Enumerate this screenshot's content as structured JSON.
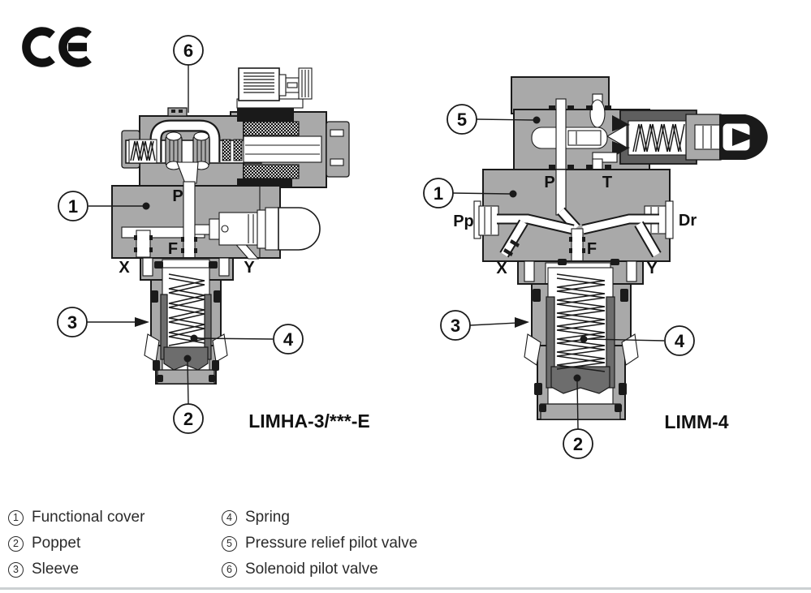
{
  "ce_mark": {
    "aria": "CE"
  },
  "diagrams": {
    "left": {
      "caption": "LIMHA-3/***-E",
      "ports": {
        "p": "P",
        "f": "F",
        "x": "X",
        "y": "Y"
      },
      "callouts": {
        "solenoid_pilot_valve": "6",
        "functional_cover": "1",
        "sleeve": "3",
        "spring": "4",
        "poppet": "2"
      }
    },
    "right": {
      "caption": "LIMM-4",
      "ports": {
        "p": "P",
        "t": "T",
        "pp": "Pp",
        "dr": "Dr",
        "x": "X",
        "f": "F",
        "y": "Y"
      },
      "callouts": {
        "pressure_relief_pilot_valve": "5",
        "functional_cover": "1",
        "sleeve": "3",
        "spring": "4",
        "poppet": "2"
      }
    }
  },
  "legend": {
    "items": [
      {
        "num": "1",
        "label": "Functional cover"
      },
      {
        "num": "2",
        "label": "Poppet"
      },
      {
        "num": "3",
        "label": "Sleeve"
      },
      {
        "num": "4",
        "label": "Spring"
      },
      {
        "num": "5",
        "label": "Pressure relief pilot valve"
      },
      {
        "num": "6",
        "label": "Solenoid pilot valve"
      }
    ]
  }
}
